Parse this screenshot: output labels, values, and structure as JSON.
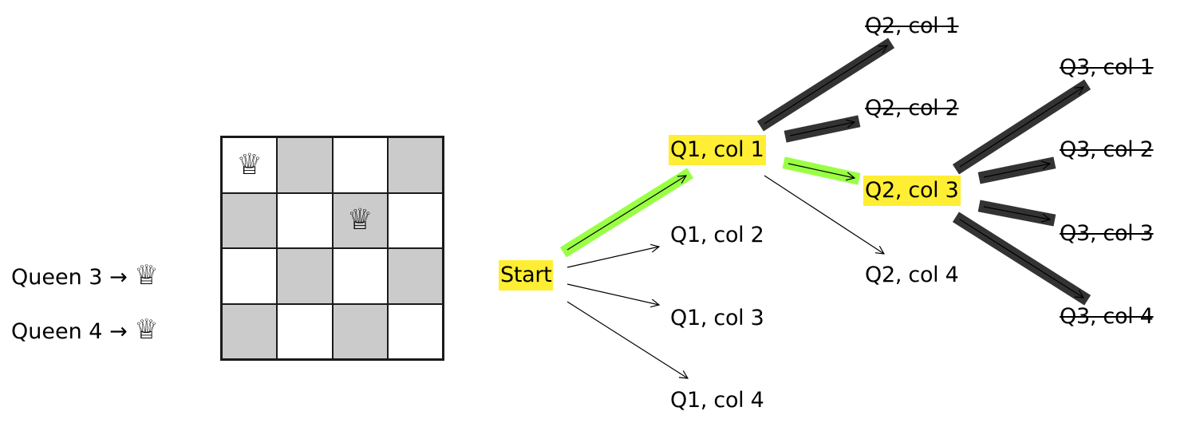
{
  "colors": {
    "highlight": "#ffee33",
    "accepted_edge": "#99ff44",
    "rejected_edge": "#333333",
    "board_dark": "#cbcbcb",
    "board_light": "#ffffff"
  },
  "board": {
    "size": 4,
    "queen_symbol": "♕",
    "queens": [
      {
        "row": 1,
        "col": 1
      },
      {
        "row": 2,
        "col": 3
      }
    ]
  },
  "pending_queens": [
    {
      "label": "Queen 3",
      "arrow": "→",
      "symbol": "♕"
    },
    {
      "label": "Queen 4",
      "arrow": "→",
      "symbol": "♕"
    }
  ],
  "tree": {
    "nodes": {
      "start": {
        "label": "Start",
        "state": "highlighted"
      },
      "q1c1": {
        "label": "Q1, col 1",
        "state": "highlighted"
      },
      "q1c2": {
        "label": "Q1, col 2",
        "state": "normal"
      },
      "q1c3": {
        "label": "Q1, col 3",
        "state": "normal"
      },
      "q1c4": {
        "label": "Q1, col 4",
        "state": "normal"
      },
      "q2c1": {
        "label": "Q2, col 1",
        "state": "rejected"
      },
      "q2c2": {
        "label": "Q2, col 2",
        "state": "rejected"
      },
      "q2c3": {
        "label": "Q2, col 3",
        "state": "highlighted"
      },
      "q2c4": {
        "label": "Q2, col 4",
        "state": "normal"
      },
      "q3c1": {
        "label": "Q3, col 1",
        "state": "rejected"
      },
      "q3c2": {
        "label": "Q3, col 2",
        "state": "rejected"
      },
      "q3c3": {
        "label": "Q3, col 3",
        "state": "rejected"
      },
      "q3c4": {
        "label": "Q3, col 4",
        "state": "rejected"
      }
    },
    "edges": [
      {
        "from": "start",
        "to": "q1c1",
        "state": "accepted"
      },
      {
        "from": "start",
        "to": "q1c2",
        "state": "normal"
      },
      {
        "from": "start",
        "to": "q1c3",
        "state": "normal"
      },
      {
        "from": "start",
        "to": "q1c4",
        "state": "normal"
      },
      {
        "from": "q1c1",
        "to": "q2c1",
        "state": "rejected"
      },
      {
        "from": "q1c1",
        "to": "q2c2",
        "state": "rejected"
      },
      {
        "from": "q1c1",
        "to": "q2c3",
        "state": "accepted"
      },
      {
        "from": "q1c1",
        "to": "q2c4",
        "state": "normal"
      },
      {
        "from": "q2c3",
        "to": "q3c1",
        "state": "rejected"
      },
      {
        "from": "q2c3",
        "to": "q3c2",
        "state": "rejected"
      },
      {
        "from": "q2c3",
        "to": "q3c3",
        "state": "rejected"
      },
      {
        "from": "q2c3",
        "to": "q3c4",
        "state": "rejected"
      }
    ]
  }
}
